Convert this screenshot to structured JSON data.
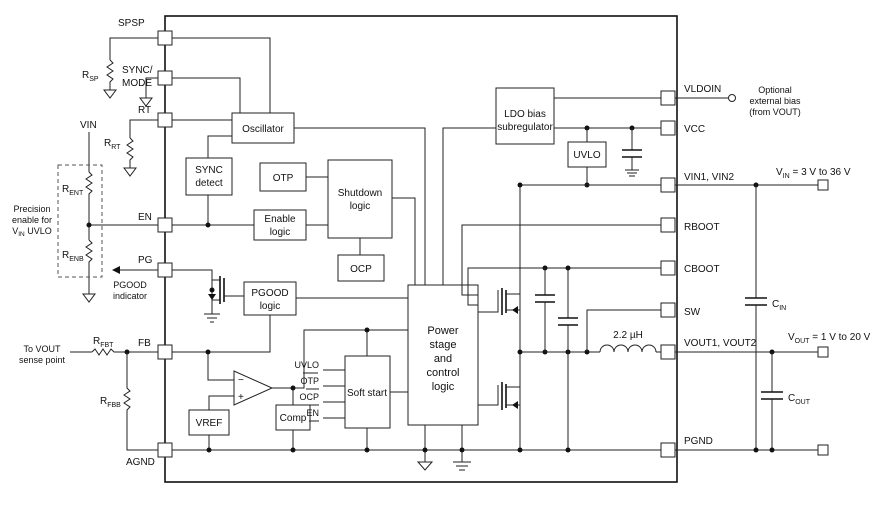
{
  "pins": {
    "spsp": "SPSP",
    "sync_mode_1": "SYNC/",
    "sync_mode_2": "MODE",
    "rt": "RT",
    "en": "EN",
    "pg": "PG",
    "fb": "FB",
    "agnd": "AGND",
    "vldoin": "VLDOIN",
    "vcc": "VCC",
    "vin": "VIN1, VIN2",
    "rboot": "RBOOT",
    "cboot": "CBOOT",
    "sw": "SW",
    "vout": "VOUT1, VOUT2",
    "pgnd": "PGND"
  },
  "blocks": {
    "oscillator": "Oscillator",
    "sync_detect_1": "SYNC",
    "sync_detect_2": "detect",
    "otp": "OTP",
    "shutdown_1": "Shutdown",
    "shutdown_2": "logic",
    "enable_1": "Enable",
    "enable_2": "logic",
    "ocp": "OCP",
    "pgood_1": "PGOOD",
    "pgood_2": "logic",
    "power_stage_1": "Power",
    "power_stage_2": "stage",
    "power_stage_3": "and",
    "power_stage_4": "control",
    "power_stage_5": "logic",
    "soft_start": "Soft start",
    "vref": "VREF",
    "comp": "Comp",
    "ldo_1": "LDO bias",
    "ldo_2": "subregulator",
    "uvlo": "UVLO"
  },
  "soft_start_inputs": [
    "UVLO",
    "OTP",
    "OCP",
    "EN"
  ],
  "external": {
    "vin": "VIN",
    "r_sp": "R",
    "r_sp_sub": "SP",
    "r_rt": "R",
    "r_rt_sub": "RT",
    "r_ent": "R",
    "r_ent_sub": "ENT",
    "r_enb": "R",
    "r_enb_sub": "ENB",
    "precision_1": "Precision",
    "precision_2": "enable for",
    "precision_3": "V",
    "precision_3_sub": "IN",
    "precision_3_tail": " UVLO",
    "pgood_ind_1": "PGOOD",
    "pgood_ind_2": "indicator",
    "to_vout_1": "To VOUT",
    "to_vout_2": "sense point",
    "r_fbt": "R",
    "r_fbt_sub": "FBT",
    "r_fbb": "R",
    "r_fbb_sub": "FBB",
    "optional_1": "Optional",
    "optional_2": "external bias",
    "optional_3": "(from VOUT)",
    "vin_range": "V",
    "vin_range_sub": "IN",
    "vin_range_tail": " = 3 V to 36 V",
    "vout_range": "V",
    "vout_range_sub": "OUT",
    "vout_range_tail": " = 1 V to 20 V",
    "inductor": "2.2 µH",
    "c_in": "C",
    "c_in_sub": "IN",
    "c_out": "C",
    "c_out_sub": "OUT"
  }
}
